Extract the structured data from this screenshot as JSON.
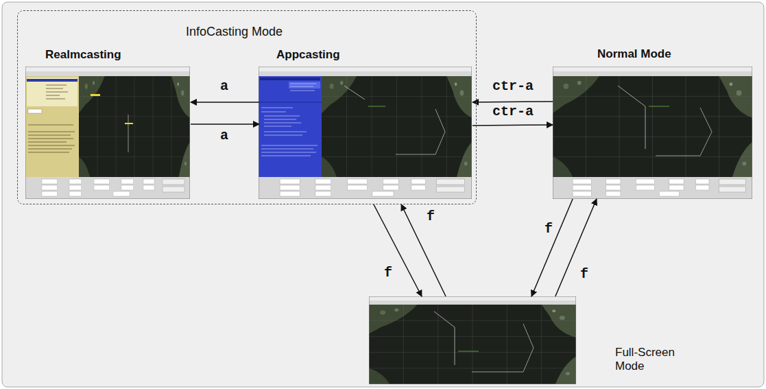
{
  "diagram": {
    "nodes": [
      {
        "text": [
          "InfoCasting Mode"
        ]
      },
      {
        "text": [
          "Realmcasting"
        ],
        "in": 0
      },
      {
        "text": [
          "Appcasting"
        ],
        "in": 0
      },
      {
        "text": [
          "Normal Mode"
        ]
      },
      {
        "text": [
          "Full-Screen Mode"
        ]
      }
    ],
    "edges": [
      {
        "from": 2,
        "to": 1,
        "arrow": "to",
        "label": "a"
      },
      {
        "from": 1,
        "to": 2,
        "arrow": "to",
        "label": "a"
      },
      {
        "from": 3,
        "to": 2,
        "arrow": "to",
        "label": "ctr-a"
      },
      {
        "from": 2,
        "to": 3,
        "arrow": "to",
        "label": "ctr-a"
      },
      {
        "from": 0,
        "to": 4,
        "arrow": "to",
        "label": "f"
      },
      {
        "from": 4,
        "to": 0,
        "arrow": "to",
        "label": "f"
      },
      {
        "from": 3,
        "to": 4,
        "arrow": "to",
        "label": "f"
      },
      {
        "from": 4,
        "to": 3,
        "arrow": "to",
        "label": "f"
      }
    ]
  }
}
